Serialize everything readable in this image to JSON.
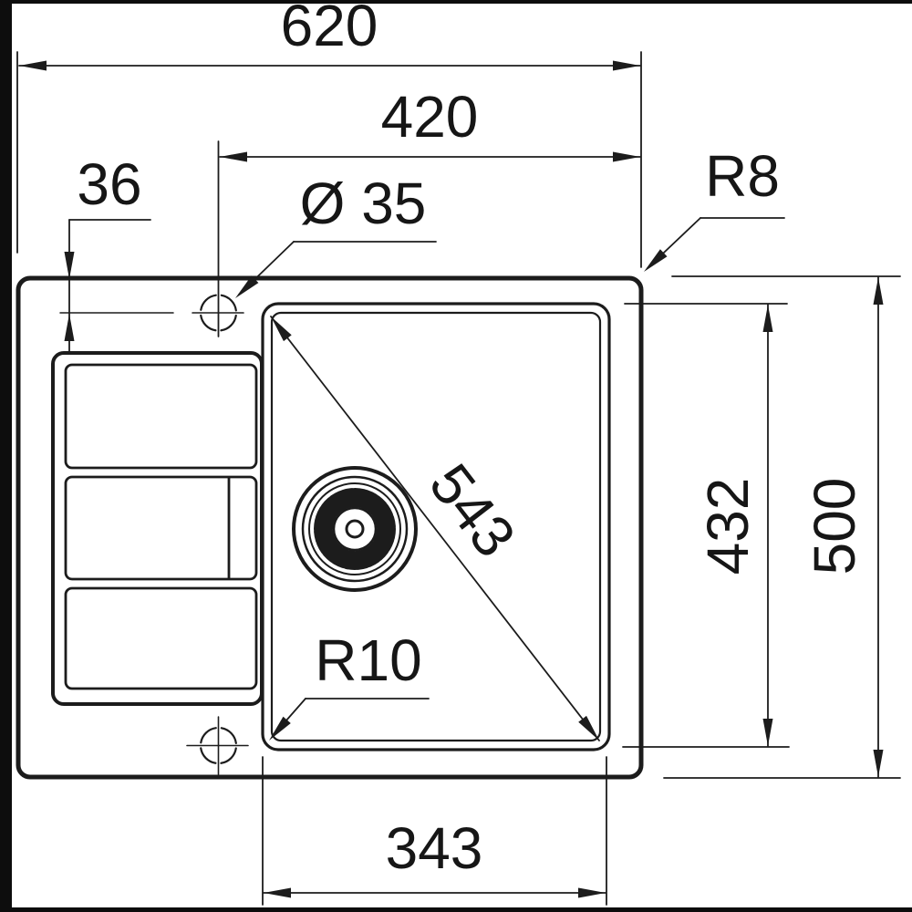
{
  "title": "Kitchen sink technical dimension drawing (top view)",
  "colors": {
    "line": "#1c1c1c",
    "background": "#ffffff",
    "text": "#161616"
  },
  "labels": {
    "overall_width": "620",
    "inner_width": "420",
    "edge_to_faucet_center": "36",
    "faucet_hole_diameter": "Ø 35",
    "outer_corner_radius": "R8",
    "basin_diagonal": "543",
    "basin_length": "432",
    "overall_depth": "500",
    "basin_corner_radius": "R10",
    "basin_width": "343"
  }
}
